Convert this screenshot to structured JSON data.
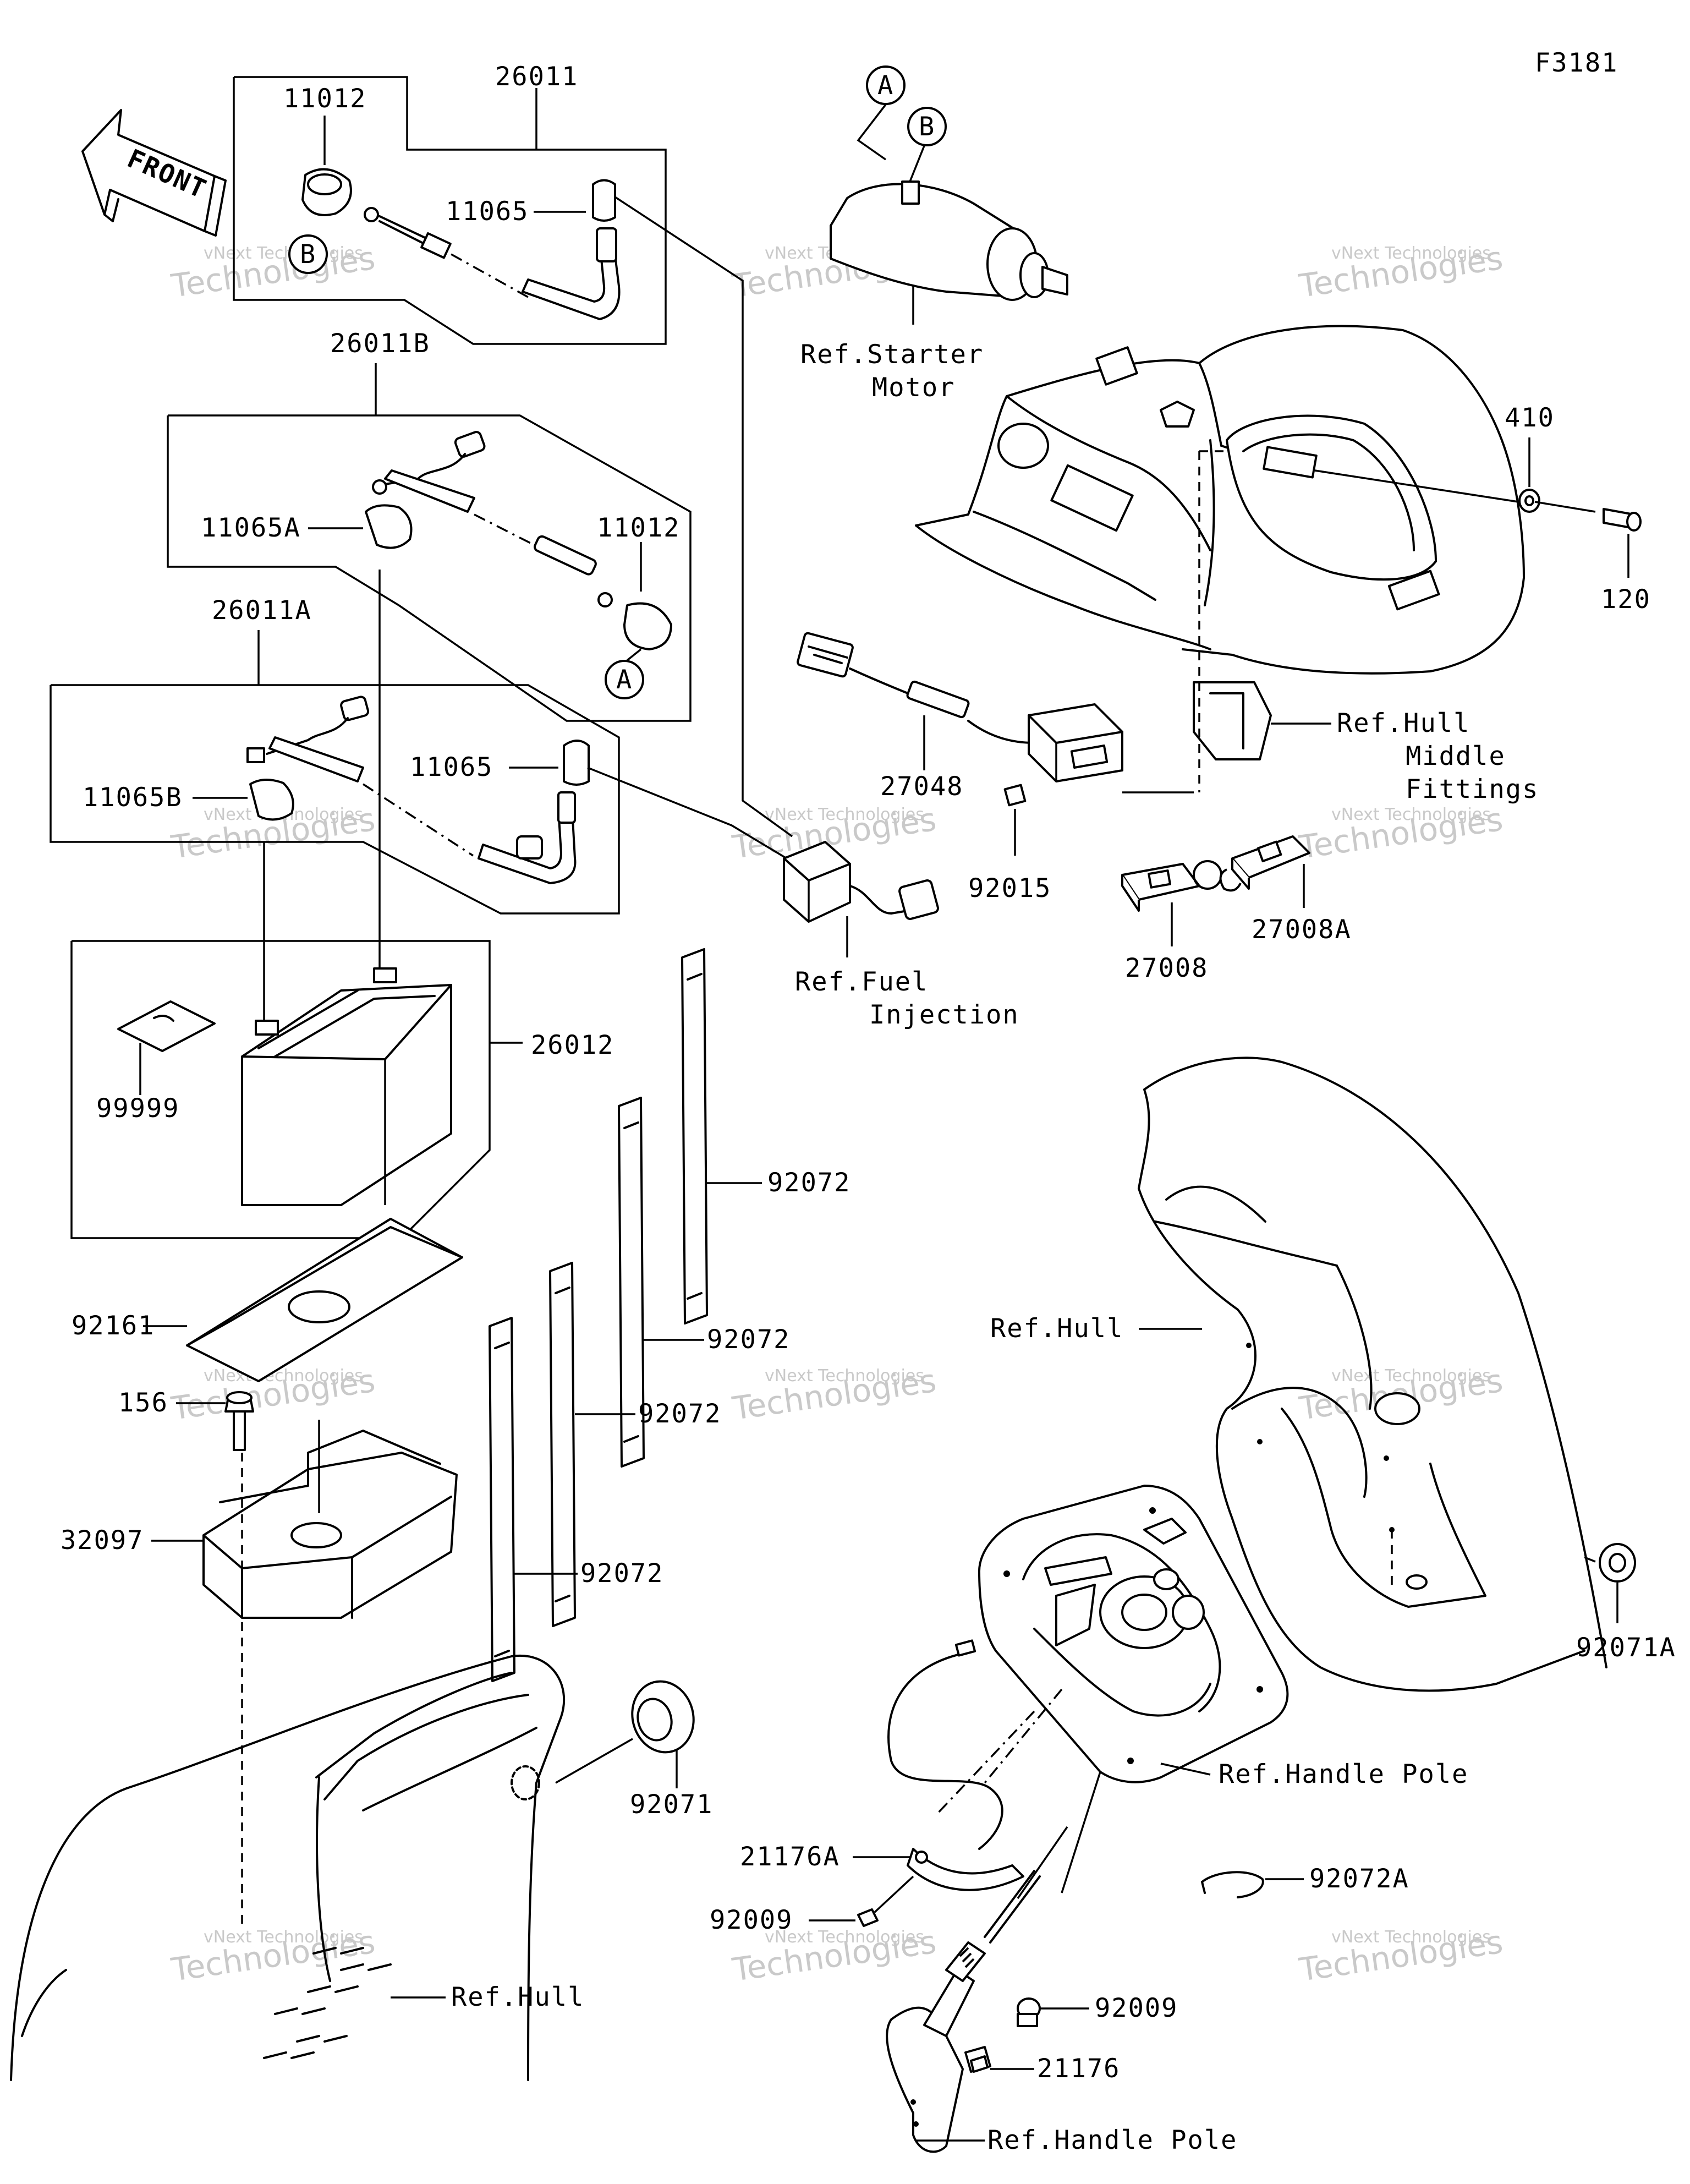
{
  "figure_code": "F3181",
  "front_label": "FRONT",
  "callouts": {
    "a": "A",
    "b": "B"
  },
  "part_numbers": {
    "p11012_top": "11012",
    "p26011": "26011",
    "p11065_top": "11065",
    "p26011B": "26011B",
    "p11065A": "11065A",
    "p11012_mid": "11012",
    "p26011A": "26011A",
    "p11065_mid": "11065",
    "p11065B": "11065B",
    "p26012": "26012",
    "p99999": "99999",
    "p92072_a": "92072",
    "p92072_b": "92072",
    "p92072_c": "92072",
    "p92072_d": "92072",
    "p92161": "92161",
    "p156": "156",
    "p32097": "32097",
    "p92071": "92071",
    "p27048": "27048",
    "p92015": "92015",
    "p27008": "27008",
    "p27008A": "27008A",
    "p410": "410",
    "p120": "120",
    "p92071A": "92071A",
    "p92072A": "92072A",
    "p21176A": "21176A",
    "p92009_a": "92009",
    "p92009_b": "92009",
    "p21176": "21176"
  },
  "references": {
    "starter_1": "Ref.Starter",
    "starter_2": "Motor",
    "hull_mid_1": "Ref.Hull",
    "hull_mid_2": "Middle",
    "hull_mid_3": "Fittings",
    "fuel_1": "Ref.Fuel",
    "fuel_2": "Injection",
    "hull_right": "Ref.Hull",
    "handle_pole_1": "Ref.Handle Pole",
    "hull_bottom": "Ref.Hull",
    "handle_pole_2": "Ref.Handle Pole"
  },
  "watermark": {
    "line1": "vNext Technologies",
    "line2": "Technologies"
  }
}
